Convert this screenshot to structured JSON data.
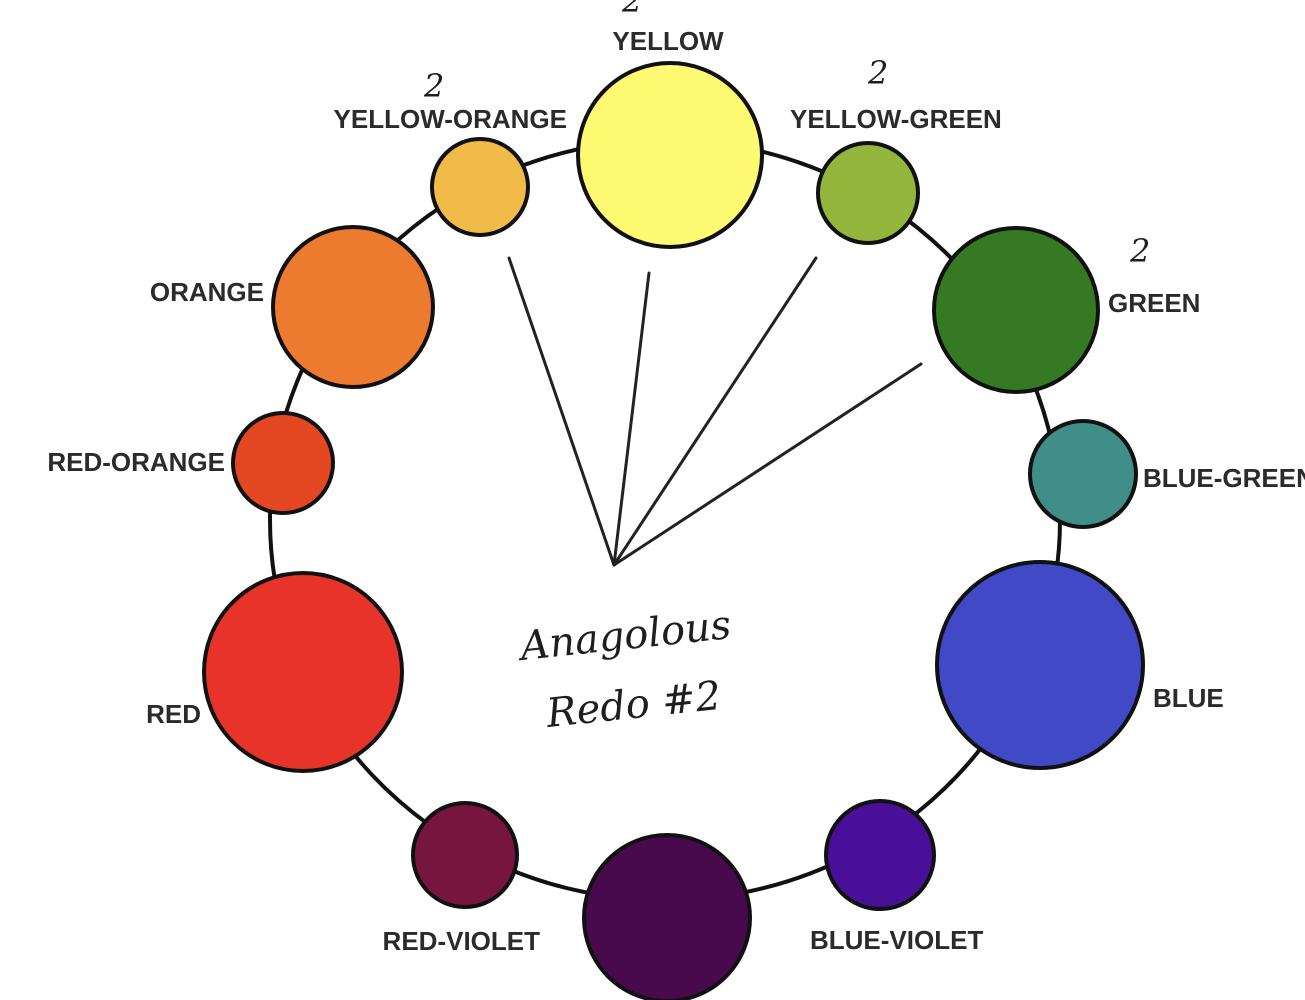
{
  "colors": [
    {
      "key": "yellow",
      "label": "YELLOW",
      "hex": "#FEFB72"
    },
    {
      "key": "yellow-green",
      "label": "YELLOW-GREEN",
      "hex": "#94B63C"
    },
    {
      "key": "green",
      "label": "GREEN",
      "hex": "#357A22"
    },
    {
      "key": "blue-green",
      "label": "BLUE-GREEN",
      "hex": "#3F8F88"
    },
    {
      "key": "blue",
      "label": "BLUE",
      "hex": "#4149C6"
    },
    {
      "key": "blue-violet",
      "label": "BLUE-VIOLET",
      "hex": "#490F98"
    },
    {
      "key": "violet",
      "label": "",
      "hex": "#480A4C"
    },
    {
      "key": "red-violet",
      "label": "RED-VIOLET",
      "hex": "#76163F"
    },
    {
      "key": "red",
      "label": "RED",
      "hex": "#E8332A"
    },
    {
      "key": "red-orange",
      "label": "RED-ORANGE",
      "hex": "#E44823"
    },
    {
      "key": "orange",
      "label": "ORANGE",
      "hex": "#EC7A2F"
    },
    {
      "key": "yellow-orange",
      "label": "YELLOW-ORANGE",
      "hex": "#F0BB48"
    }
  ],
  "annotations": {
    "note_line1": "Anagolous",
    "note_line2": "Redo #2",
    "marks": [
      "2",
      "2",
      "2",
      "2"
    ]
  }
}
